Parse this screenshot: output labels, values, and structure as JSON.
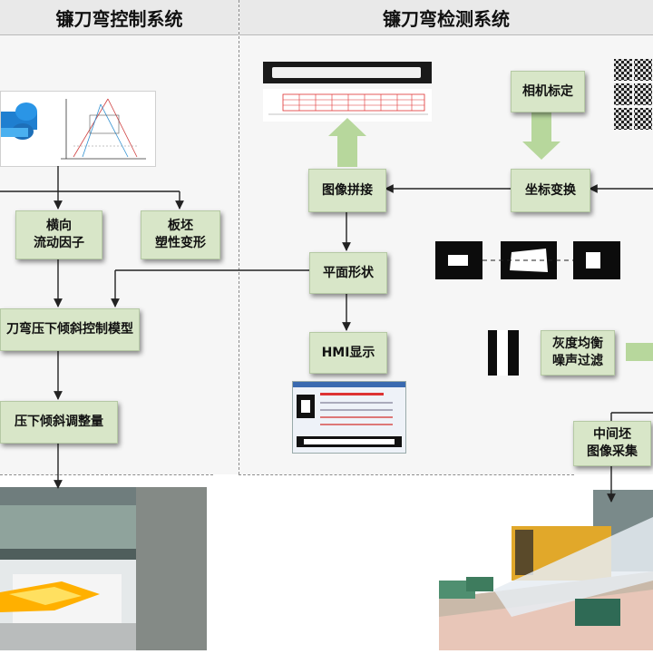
{
  "headers": {
    "left_title": "镰刀弯控制系统",
    "right_title": "镰刀弯检测系统"
  },
  "left_boxes": {
    "lateral_flow": [
      "横向",
      "流动因子"
    ],
    "slab_plastic": [
      "板坯",
      "塑性变形"
    ],
    "control_model": "刀弯压下倾斜控制模型",
    "tilt_adjust": "压下倾斜调整量"
  },
  "right_boxes": {
    "camera_calib": "相机标定",
    "image_stitch": "图像拼接",
    "coord_transform": "坐标变换",
    "plane_shape": "平面形状",
    "hmi_display": "HMI显示",
    "gray_balance": [
      "灰度均衡",
      "噪声过滤"
    ],
    "image_capture": [
      "中间坯",
      "图像采集"
    ]
  },
  "colors": {
    "box_fill": "#d8e6c8",
    "arrow_green": "#b7d79c",
    "line": "#222222"
  }
}
